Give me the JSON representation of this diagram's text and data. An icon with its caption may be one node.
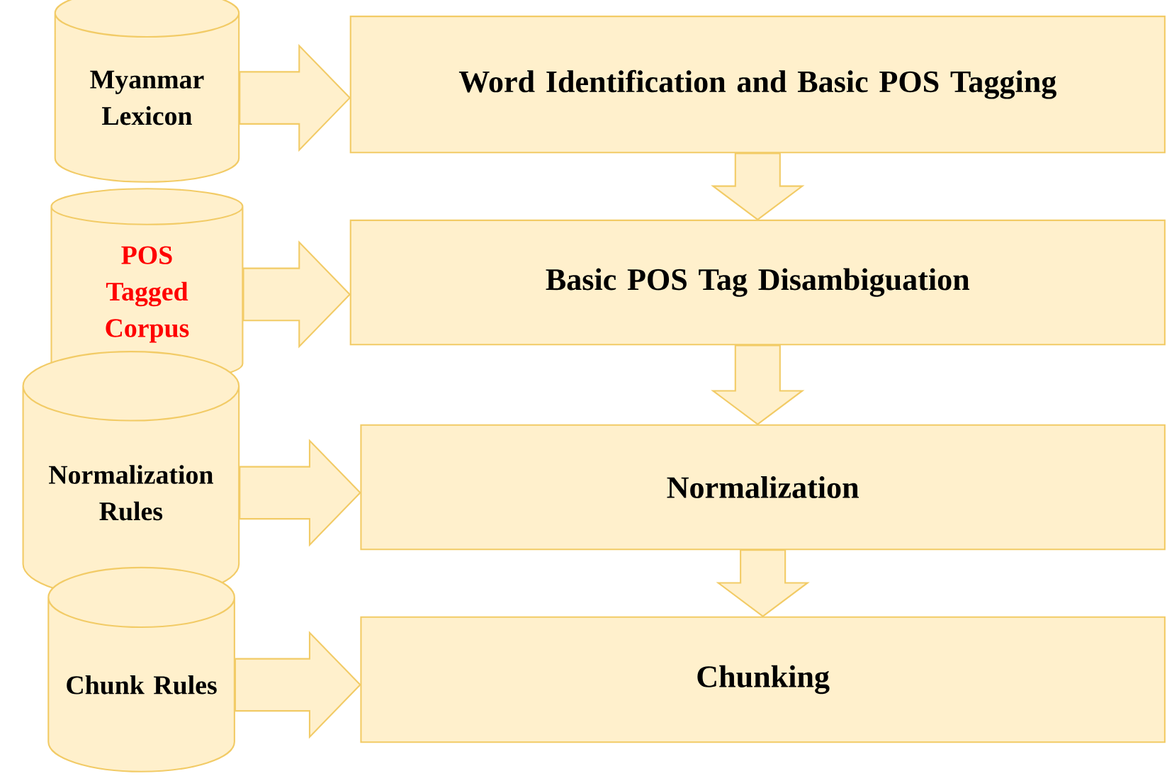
{
  "diagram": {
    "nodes": [
      {
        "text": [
          "Myanmar Lexicon"
        ]
      },
      {
        "text": [
          "Word Identification and Basic POS Tagging"
        ]
      },
      {
        "text": [
          "POS Tagged Corpus"
        ]
      },
      {
        "text": [
          "Basic POS Tag Disambiguation"
        ]
      },
      {
        "text": [
          "Normalization Rules"
        ]
      },
      {
        "text": [
          "Normalization"
        ]
      },
      {
        "text": [
          "Chunk Rules"
        ]
      },
      {
        "text": [
          "Chunking"
        ]
      }
    ],
    "edges": [
      {
        "from": 0,
        "to": 1,
        "arrow": "to"
      },
      {
        "from": 2,
        "to": 3,
        "arrow": "to"
      },
      {
        "from": 4,
        "to": 5,
        "arrow": "to"
      },
      {
        "from": 6,
        "to": 7,
        "arrow": "to"
      },
      {
        "from": 1,
        "to": 3,
        "arrow": "to"
      },
      {
        "from": 3,
        "to": 5,
        "arrow": "to"
      },
      {
        "from": 5,
        "to": 7,
        "arrow": "to"
      }
    ]
  }
}
